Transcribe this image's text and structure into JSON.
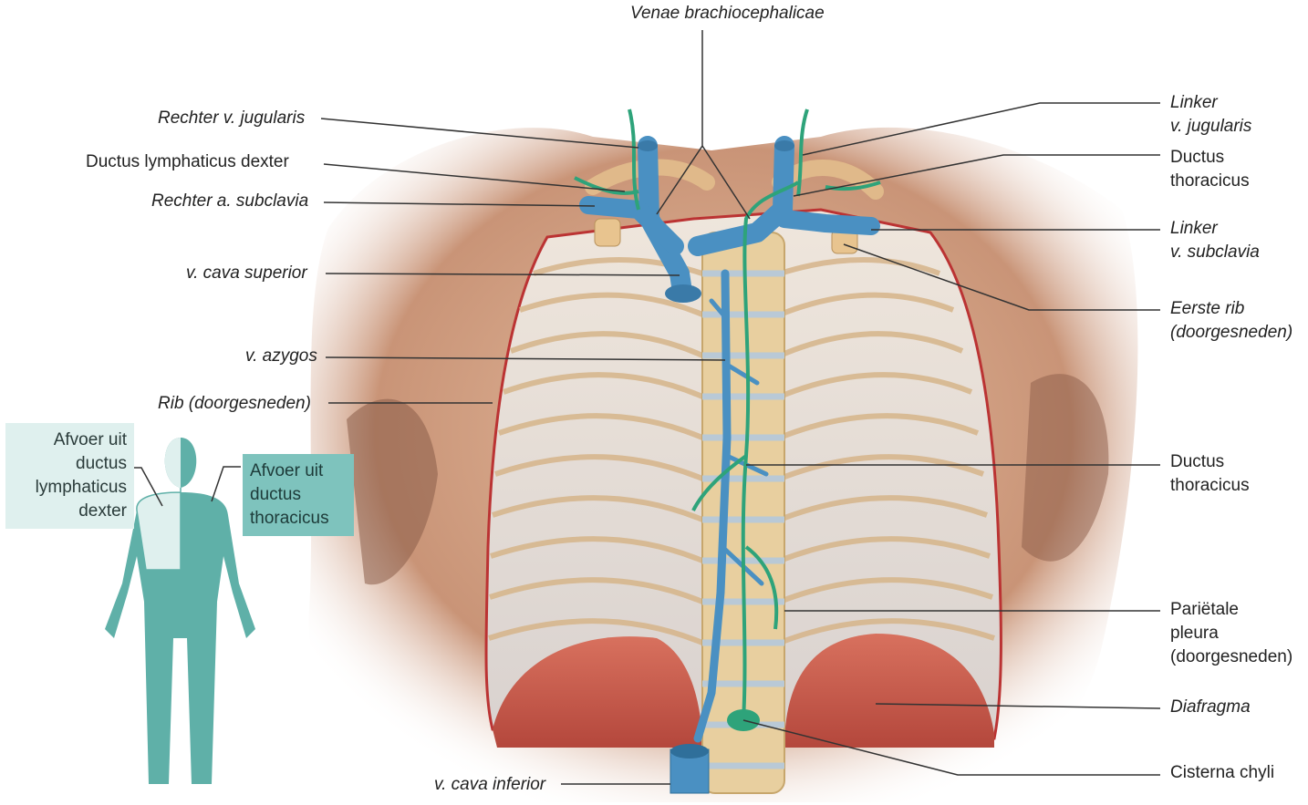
{
  "labels": {
    "venae_brachiocephalicae": "Venae brachiocephalicae",
    "rechter_v_jugularis": "Rechter v. jugularis",
    "ductus_lymphaticus_dexter": "Ductus lymphaticus dexter",
    "rechter_a_subclavia": "Rechter a. subclavia",
    "v_cava_superior": "v. cava superior",
    "v_azygos": "v. azygos",
    "rib_doorgesneden": "Rib (doorgesneden)",
    "v_cava_inferior": "v. cava inferior",
    "linker_v_jugularis": [
      "Linker",
      "v. jugularis"
    ],
    "ductus_thoracicus_top": [
      "Ductus",
      "thoracicus"
    ],
    "linker_v_subclavia": [
      "Linker",
      "v. subclavia"
    ],
    "eerste_rib": [
      "Eerste rib",
      "(doorgesneden)"
    ],
    "ductus_thoracicus_mid": [
      "Ductus",
      "thoracicus"
    ],
    "parietale_pleura": [
      "Pariëtale",
      "pleura",
      "(doorgesneden)"
    ],
    "diafragma": "Diafragma",
    "cisterna_chyli": "Cisterna chyli"
  },
  "inset": {
    "left_box": [
      "Afvoer uit",
      "ductus",
      "lymphaticus",
      "dexter"
    ],
    "right_box": [
      "Afvoer uit",
      "ductus",
      "thoracicus"
    ]
  },
  "colors": {
    "skin": "#d6a98c",
    "skin_shadow": "#9d6e55",
    "vein": "#4a90c2",
    "lymph": "#2ea37a",
    "rib": "#e5c79a",
    "pleura": "#dfe4ea",
    "diaphragm": "#c9584a",
    "figure_dark": "#5fb0a8",
    "figure_light": "#dff0ee"
  }
}
